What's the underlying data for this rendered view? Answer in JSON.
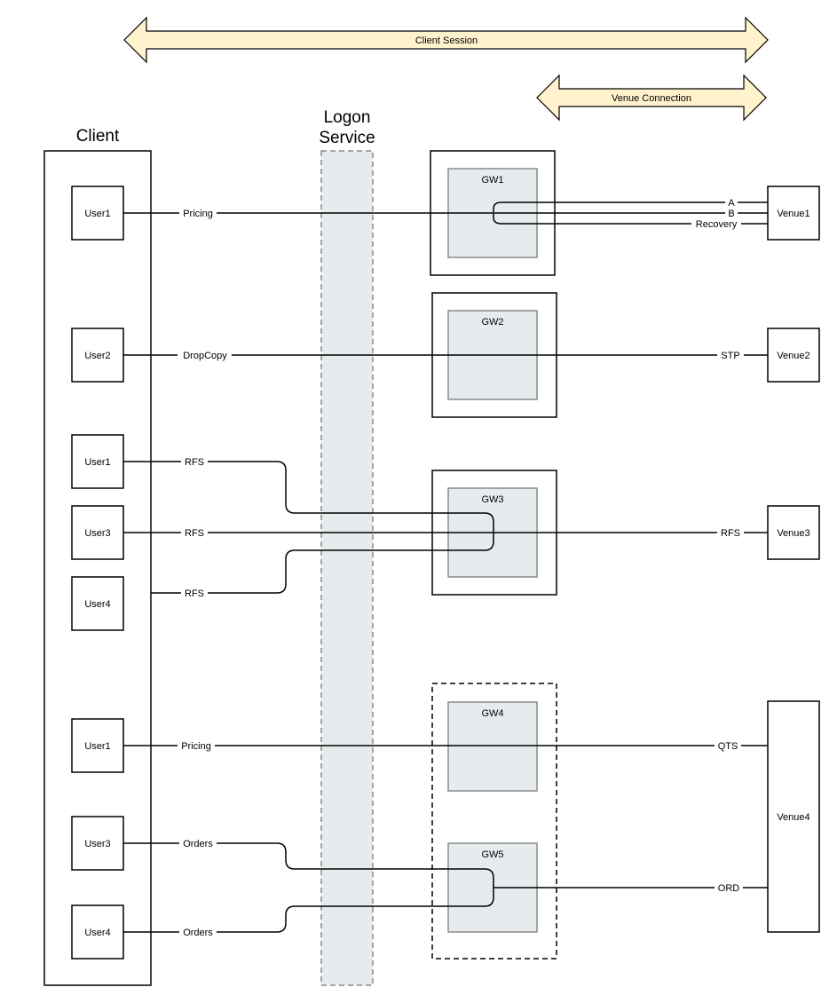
{
  "arrows": {
    "client_session": "Client Session",
    "venue_connection": "Venue Connection"
  },
  "client": {
    "title": "Client",
    "users": [
      "User1",
      "User2",
      "User1",
      "User3",
      "User4",
      "User1",
      "User3",
      "User4"
    ]
  },
  "logon_service": {
    "title_line1": "Logon",
    "title_line2": "Service"
  },
  "gateways": [
    "GW1",
    "GW2",
    "GW3",
    "GW4",
    "GW5"
  ],
  "venues": [
    "Venue1",
    "Venue2",
    "Venue3",
    "Venue4"
  ],
  "links": {
    "client_side": [
      "Pricing",
      "DropCopy",
      "RFS",
      "RFS",
      "RFS",
      "Pricing",
      "Orders",
      "Orders"
    ],
    "venue_side": [
      "A",
      "B",
      "Recovery",
      "STP",
      "RFS",
      "QTS",
      "ORD"
    ]
  },
  "colors": {
    "arrow_fill": "#fff2cc",
    "gateway_fill": "#e6eced",
    "logon_fill": "#e6eced"
  }
}
